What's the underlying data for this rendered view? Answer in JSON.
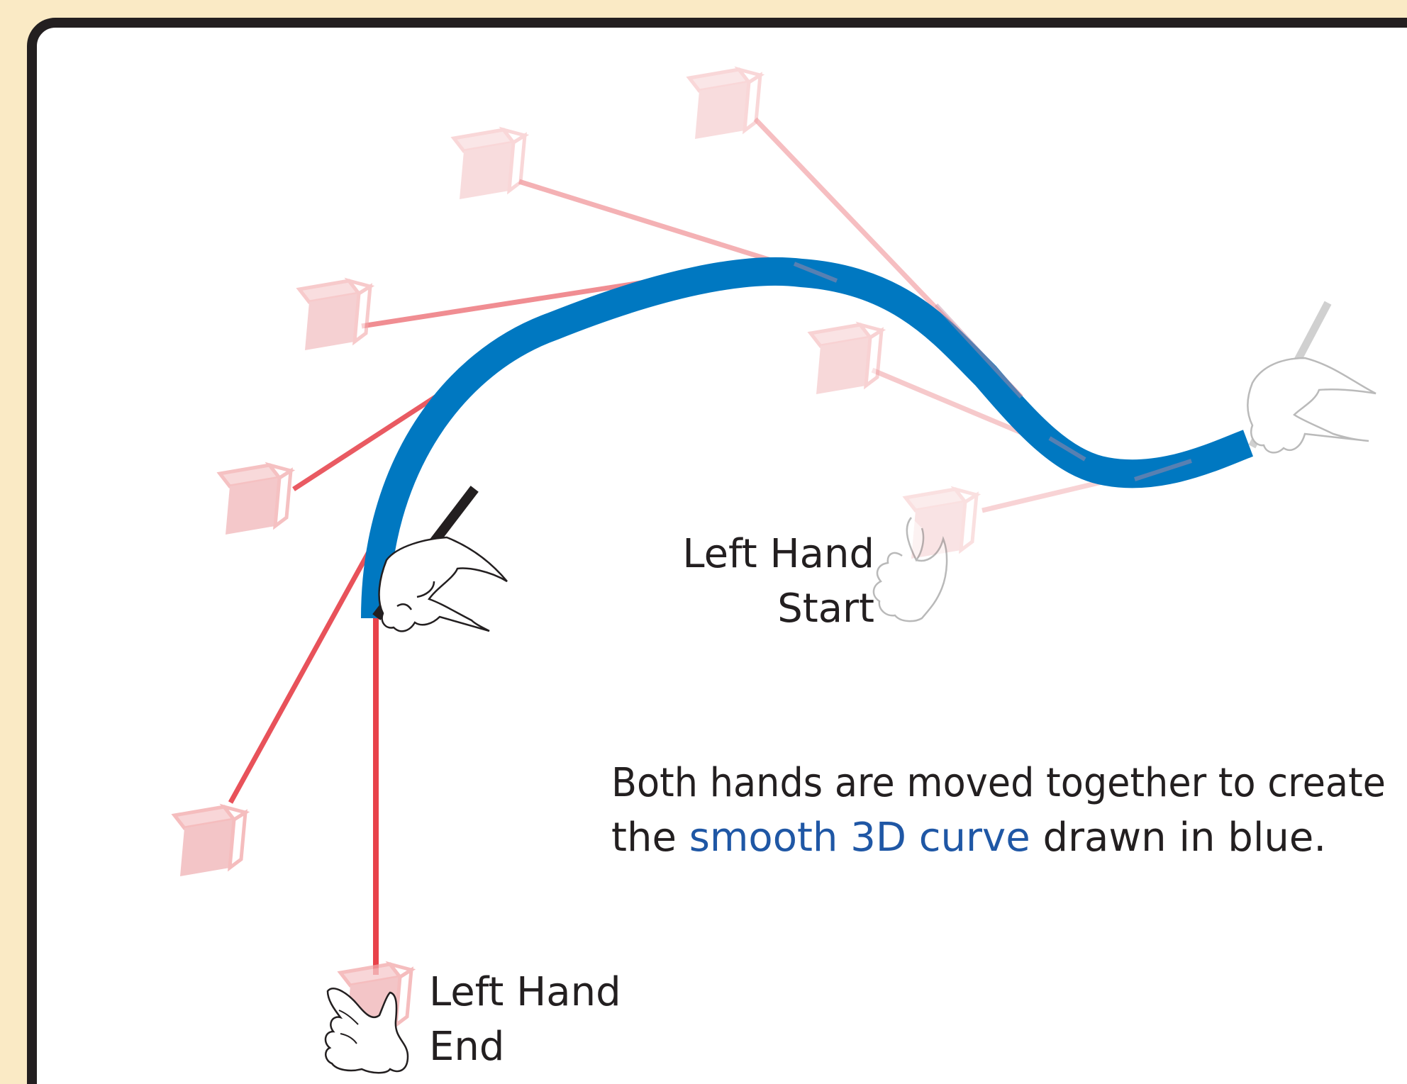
{
  "labels": {
    "left_hand_start_line1": "Left Hand",
    "left_hand_start_line2": "Start",
    "left_hand_end_line1": "Left Hand",
    "left_hand_end_line2": "End"
  },
  "caption": {
    "line1": "Both hands are moved together to create",
    "line2_before": "the ",
    "line2_highlight": "smooth 3D curve",
    "line2_after": " drawn in blue."
  },
  "colors": {
    "background": "#faeac5",
    "panel": "#ffffff",
    "border": "#231f20",
    "curve": "#0078c1",
    "highlight_text": "#1f57a5",
    "tangent_line": "#e8424a",
    "cube": "#f2a7a9"
  }
}
